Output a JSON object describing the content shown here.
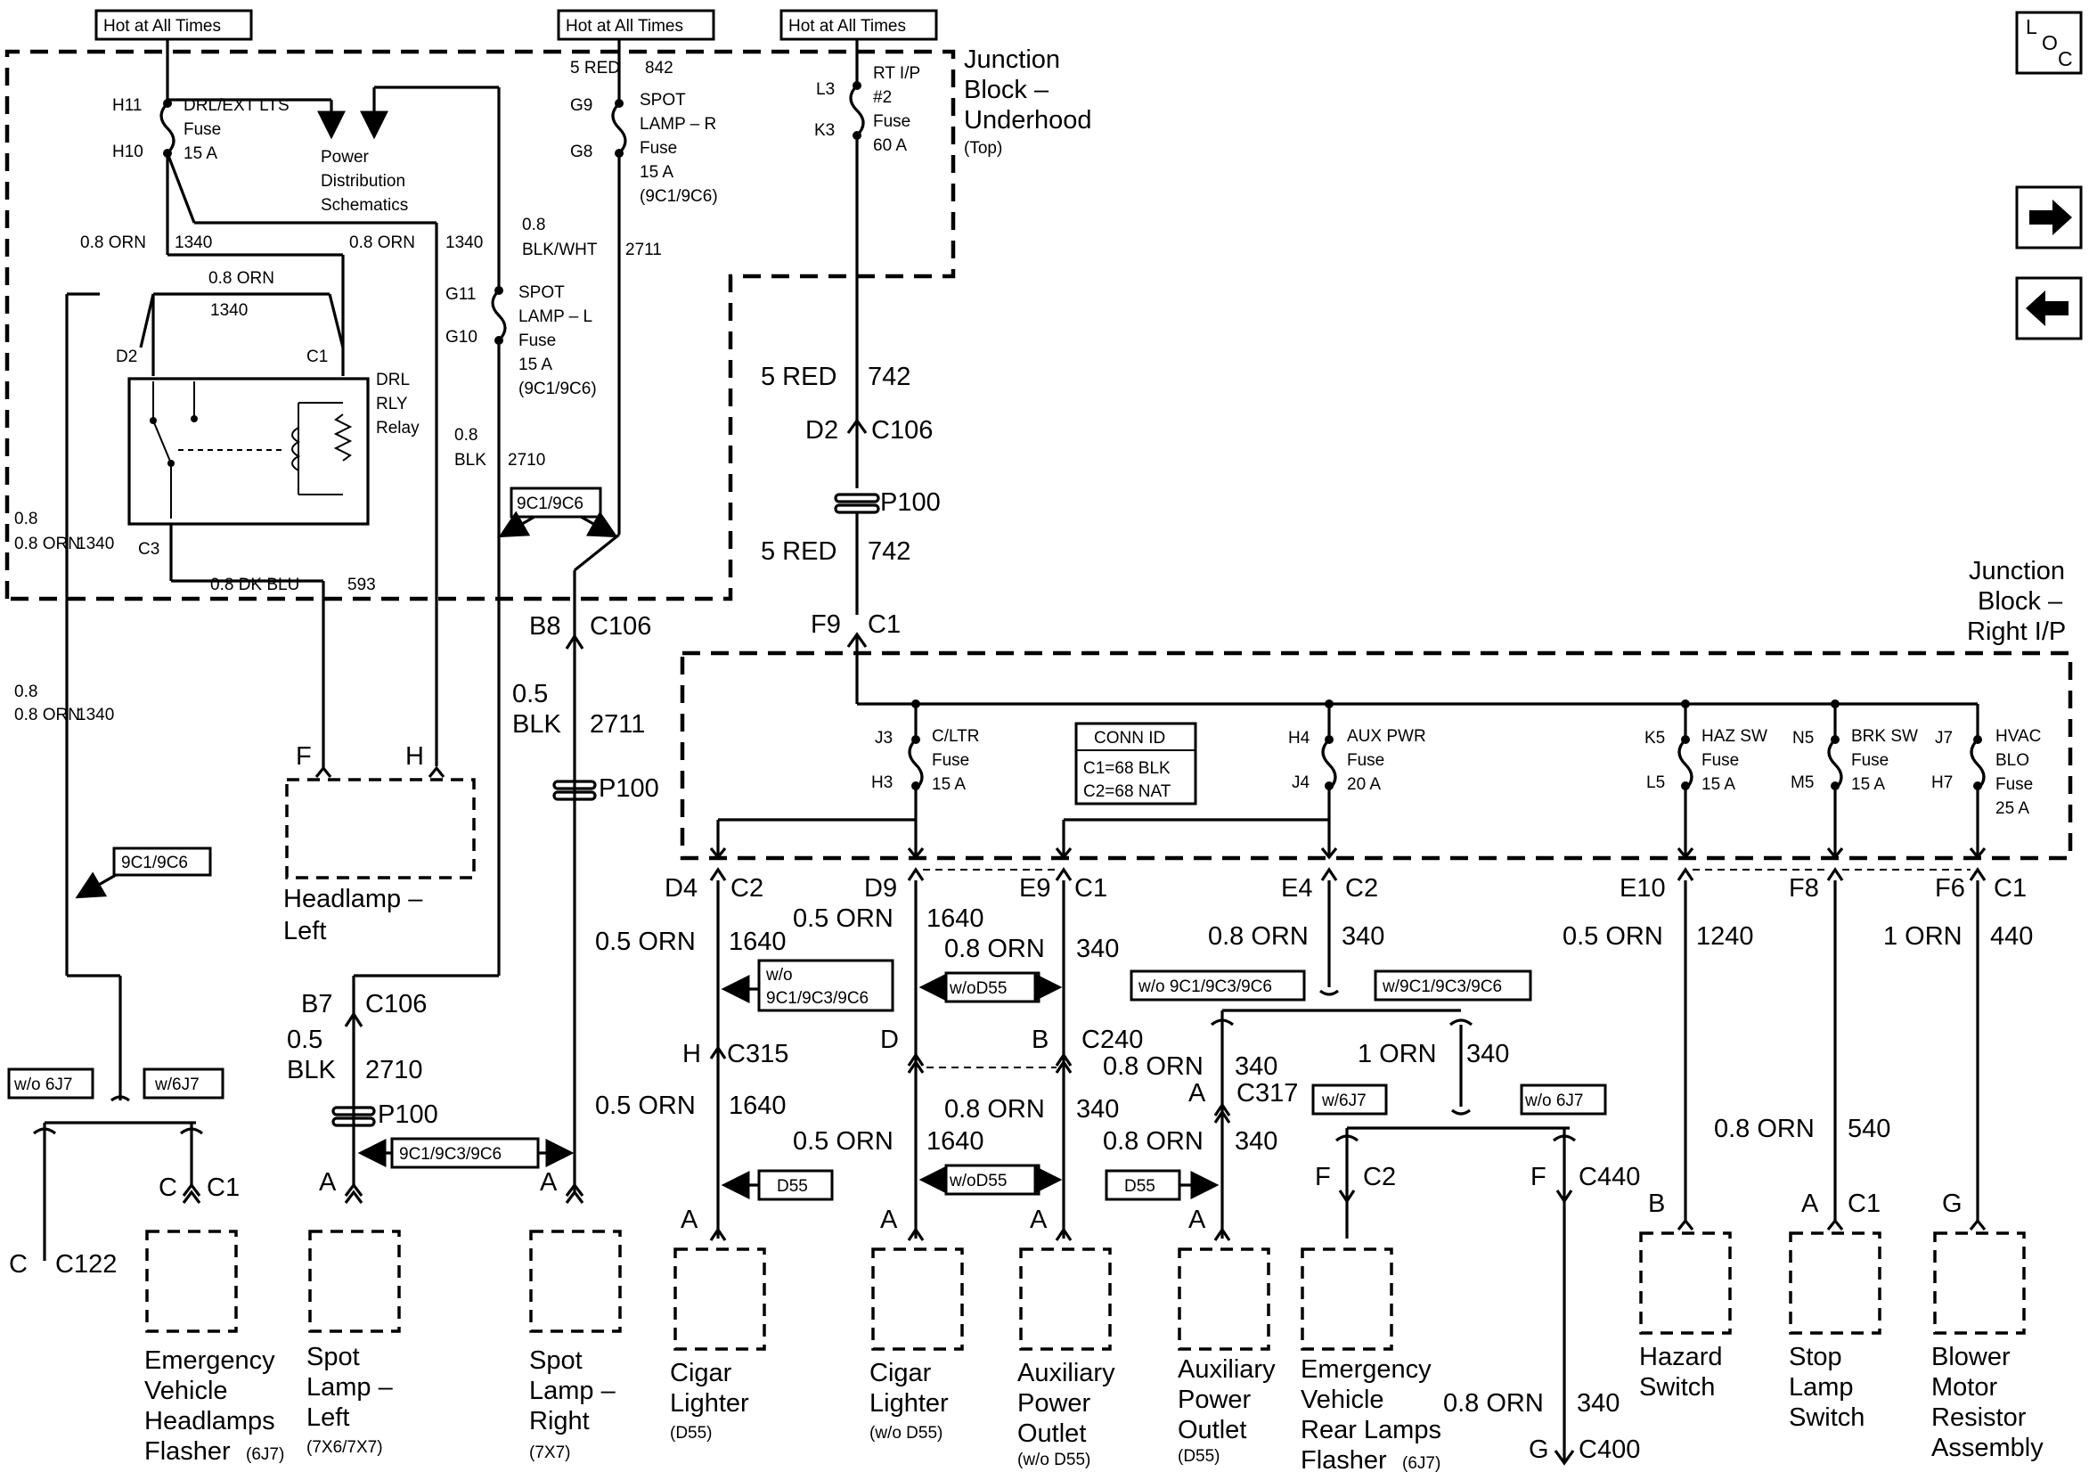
{
  "hot_labels": [
    "Hot at All Times",
    "Hot at All Times",
    "Hot at All Times"
  ],
  "jb_underhood": [
    "Junction",
    "Block –",
    "Underhood",
    "(Top)"
  ],
  "jb_ip": [
    "Junction",
    "Block –",
    "Right I/P"
  ],
  "power_dist": [
    "Power",
    "Distribution",
    "Schematics"
  ],
  "drl_fuse": [
    "DRL/EXT LTS",
    "Fuse",
    "15 A"
  ],
  "spot_r_fuse": [
    "SPOT",
    "LAMP – R",
    "Fuse",
    "15 A",
    "(9C1/9C6)"
  ],
  "spot_l_fuse": [
    "SPOT",
    "LAMP – L",
    "Fuse",
    "15 A",
    "(9C1/9C6)"
  ],
  "rt_ip_fuse": [
    "RT I/P",
    "#2",
    "Fuse",
    "60 A"
  ],
  "relay": [
    "DRL",
    "RLY",
    "Relay"
  ],
  "pins": {
    "h11": "H11",
    "h10": "H10",
    "g9": "G9",
    "g8": "G8",
    "g11": "G11",
    "g10": "G10",
    "l3": "L3",
    "k3": "K3",
    "d2": "D2",
    "c1": "C1",
    "c3": "C3"
  },
  "wires": {
    "red842": "5 RED",
    "n842": "842",
    "orn1340": "0.8 ORN",
    "n1340": "1340",
    "blkwht": "0.8",
    "blkwht2": "BLK/WHT",
    "n2711": "2711",
    "blk08": "0.8",
    "blk08b": "BLK",
    "n2710": "2710",
    "dkblu": "0.8 DK BLU",
    "n593": "593",
    "red742": "5 RED",
    "n742": "742",
    "blk05": "0.5",
    "blk05b": "BLK",
    "orn1640": "0.5 ORN",
    "n1640": "1640",
    "orn340a": "0.8 ORN",
    "n340": "340",
    "orn340b": "1 ORN",
    "orn1240": "0.5 ORN",
    "n1240": "1240",
    "orn440": "1 ORN",
    "n440": "440",
    "orn540": "0.8 ORN",
    "n540": "540",
    "n1340b": "1340"
  },
  "connectors": {
    "c106": "C106",
    "p100": "P100",
    "f9": "F9",
    "c1": "C1",
    "b8": "B8",
    "b7": "B7",
    "d4": "D4",
    "c2": "C2",
    "d9": "D9",
    "e9": "E9",
    "e4": "E4",
    "e10": "E10",
    "f8": "F8",
    "f6": "F6",
    "h": "H",
    "c315": "C315",
    "d": "D",
    "b": "B",
    "c240": "C240",
    "a": "A",
    "c317": "C317",
    "f": "F",
    "c440": "C440",
    "g": "G",
    "c400": "C400",
    "c": "C",
    "c122": "C122"
  },
  "ip_fuses": [
    {
      "top": "J3",
      "bot": "H3",
      "name": [
        "C/LTR",
        "Fuse",
        "15 A"
      ]
    },
    {
      "top": "H4",
      "bot": "J4",
      "name": [
        "AUX PWR",
        "Fuse",
        "20 A"
      ]
    },
    {
      "top": "K5",
      "bot": "L5",
      "name": [
        "HAZ SW",
        "Fuse",
        "15 A"
      ]
    },
    {
      "top": "N5",
      "bot": "M5",
      "name": [
        "BRK SW",
        "Fuse",
        "15 A"
      ]
    },
    {
      "top": "J7",
      "bot": "H7",
      "name": [
        "HVAC",
        "BLO",
        "Fuse",
        "25 A"
      ]
    }
  ],
  "conn_id": [
    "CONN ID",
    "C1=68 BLK",
    "C2=68 NAT"
  ],
  "options": {
    "o9c1c6": "9C1/9C6",
    "o9c1c3c6": "9C1/9C3/9C6",
    "wo_9c1c3c6a": "w/o",
    "wo_9c1c3c6b": "9C1/9C3/9C6",
    "wod55": "w/oD55",
    "d55": "D55",
    "wo9c1full": "w/o 9C1/9C3/9C6",
    "w9c1full": "w/9C1/9C3/9C6",
    "w6j7": "w/6J7",
    "wo6j7": "w/o 6J7"
  },
  "components": {
    "headlamp": [
      "Headlamp –",
      "Left"
    ],
    "evhf": [
      "Emergency",
      "Vehicle",
      "Headlamps",
      "Flasher"
    ],
    "evhf_sub": "(6J7)",
    "spot_l": [
      "Spot",
      "Lamp –",
      "Left"
    ],
    "spot_l_sub": "(7X6/7X7)",
    "spot_r": [
      "Spot",
      "Lamp –",
      "Right"
    ],
    "spot_r_sub": "(7X7)",
    "cig1": [
      "Cigar",
      "Lighter"
    ],
    "cig1_sub": "(D55)",
    "cig2": [
      "Cigar",
      "Lighter"
    ],
    "cig2_sub": "(w/o D55)",
    "aux1": [
      "Auxiliary",
      "Power",
      "Outlet"
    ],
    "aux1_sub": "(w/o D55)",
    "aux2": [
      "Auxiliary",
      "Power",
      "Outlet"
    ],
    "aux2_sub": "(D55)",
    "evrl": [
      "Emergency",
      "Vehicle",
      "Rear Lamps",
      "Flasher"
    ],
    "evrl_sub": "(6J7)",
    "hazard": [
      "Hazard",
      "Switch"
    ],
    "stop": [
      "Stop",
      "Lamp",
      "Switch"
    ],
    "blower": [
      "Blower",
      "Motor",
      "Resistor",
      "Assembly"
    ]
  },
  "loc": {
    "l": "L",
    "o": "O",
    "c": "C"
  }
}
